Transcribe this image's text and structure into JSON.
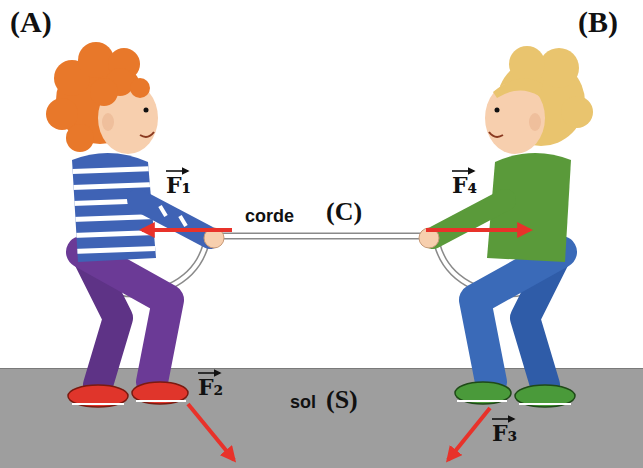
{
  "diagram": {
    "labels": [
      "(A)",
      "(B)",
      "F₁",
      "corde",
      "(C)",
      "F₄",
      "F₂",
      "sol",
      "(S)",
      "F₃"
    ]
  }
}
